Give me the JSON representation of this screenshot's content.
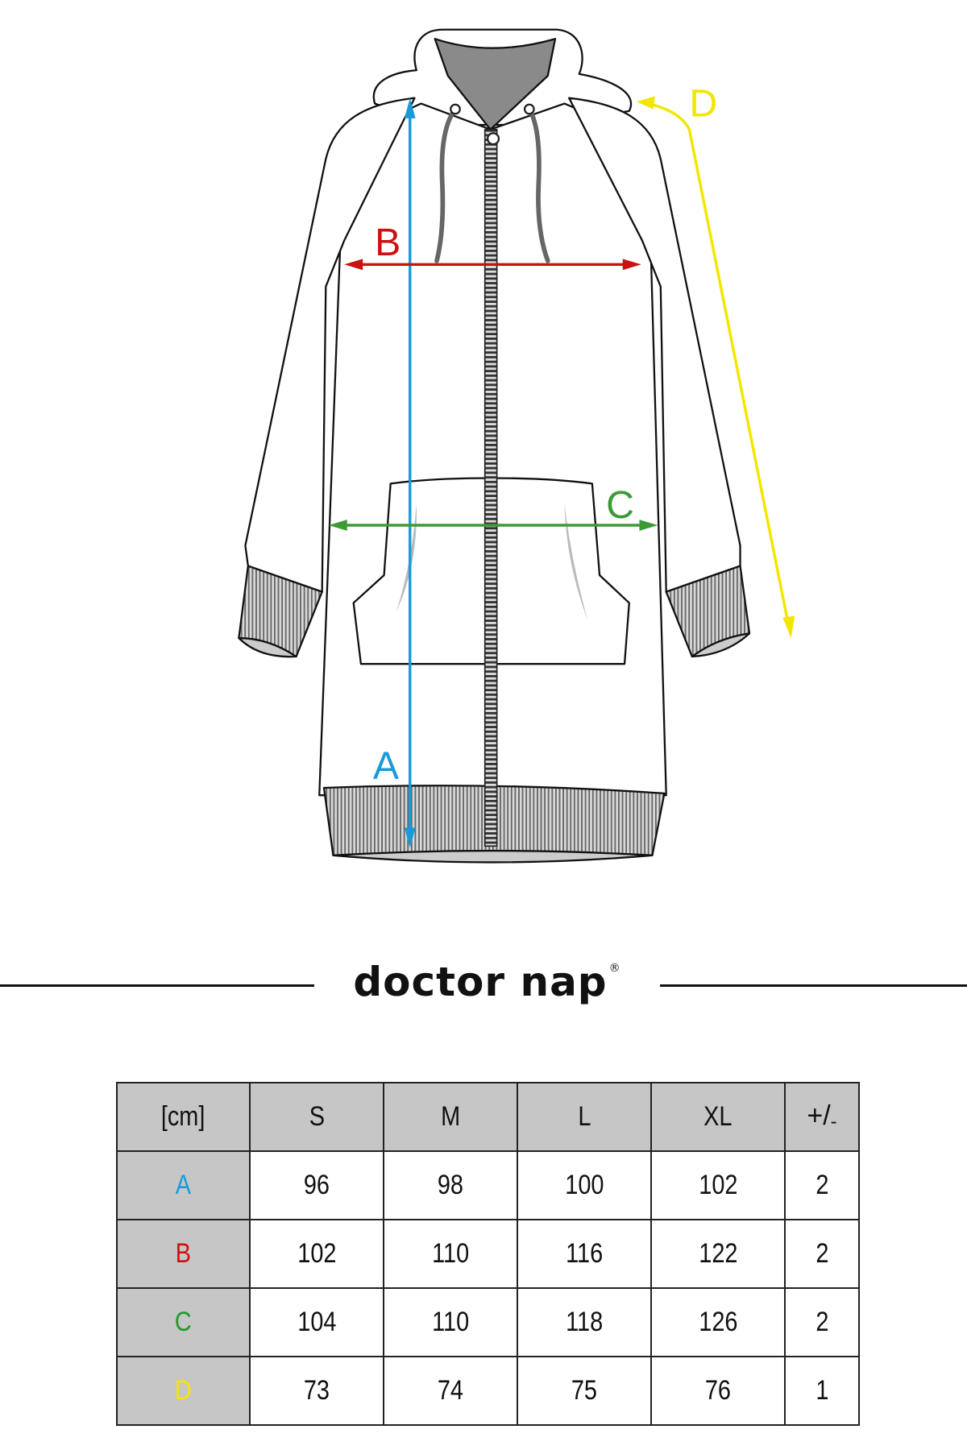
{
  "diagram": {
    "labels": {
      "A": "A",
      "B": "B",
      "C": "C",
      "D": "D"
    },
    "colors": {
      "A": "#1a9ad8",
      "B": "#cc1111",
      "C": "#3c9a35",
      "D": "#f2e600"
    }
  },
  "brand": {
    "name": "doctor nap",
    "mark": "®"
  },
  "table": {
    "unit": "[cm]",
    "sizes": [
      "S",
      "M",
      "L",
      "XL"
    ],
    "tolerance_header": {
      "plus": "+",
      "slash": "/",
      "minus": "-"
    },
    "rows": [
      {
        "label": "A",
        "color": "#1a9ad8",
        "values": [
          "96",
          "98",
          "100",
          "102"
        ],
        "tolerance": "2"
      },
      {
        "label": "B",
        "color": "#cc1111",
        "values": [
          "102",
          "110",
          "116",
          "122"
        ],
        "tolerance": "2"
      },
      {
        "label": "C",
        "color": "#1f9a2a",
        "values": [
          "104",
          "110",
          "118",
          "126"
        ],
        "tolerance": "2"
      },
      {
        "label": "D",
        "color": "#f2e600",
        "values": [
          "73",
          "74",
          "75",
          "76"
        ],
        "tolerance": "1"
      }
    ]
  }
}
